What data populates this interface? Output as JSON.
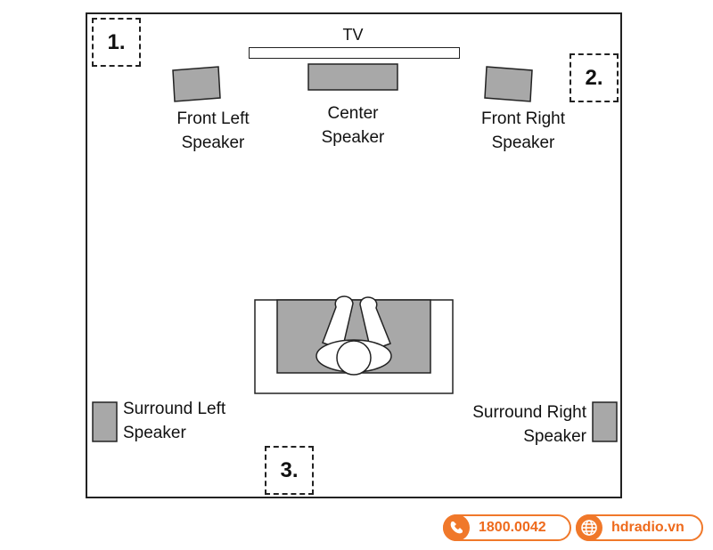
{
  "positions": {
    "p1": "1.",
    "p2": "2.",
    "p3": "3."
  },
  "tv": {
    "label": "TV"
  },
  "speakers": {
    "front_left": [
      "Front Left",
      "Speaker"
    ],
    "center": [
      "Center",
      "Speaker"
    ],
    "front_right": [
      "Front Right",
      "Speaker"
    ],
    "surround_left": [
      "Surround Left",
      "Speaker"
    ],
    "surround_right": [
      "Surround Right",
      "Speaker"
    ]
  },
  "footer": {
    "phone": "1800.0042",
    "website": "hdradio.vn"
  },
  "colors": {
    "speaker_fill": "#a8a8a8",
    "brand_orange": "#f0782a"
  },
  "icons": {
    "phone": "phone-icon",
    "web": "globe-icon"
  }
}
